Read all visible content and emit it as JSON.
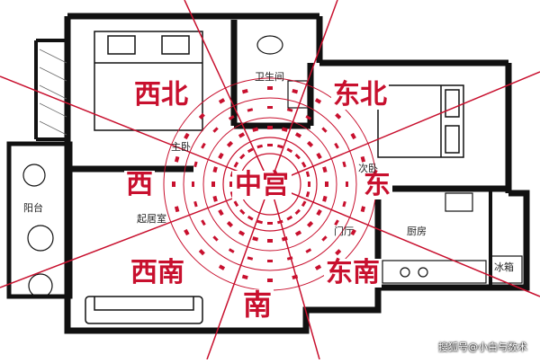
{
  "center_label": "中宫",
  "directions": {
    "northwest": "西北",
    "northeast": "东北",
    "west": "西",
    "east": "东",
    "southwest": "西南",
    "southeast": "东南",
    "south": "南"
  },
  "rooms": {
    "bathroom": "卫生间",
    "balcony": "阳台",
    "living_room": "起居室",
    "bedroom_main": "主卧",
    "bedroom_second": "次卧",
    "entrance": "门厅",
    "kitchen": "厨房",
    "fridge": "冰箱"
  },
  "watermark": "搜狐号@小白与数术",
  "colors": {
    "accent_red": "#c8102e",
    "wall_black": "#111111"
  }
}
